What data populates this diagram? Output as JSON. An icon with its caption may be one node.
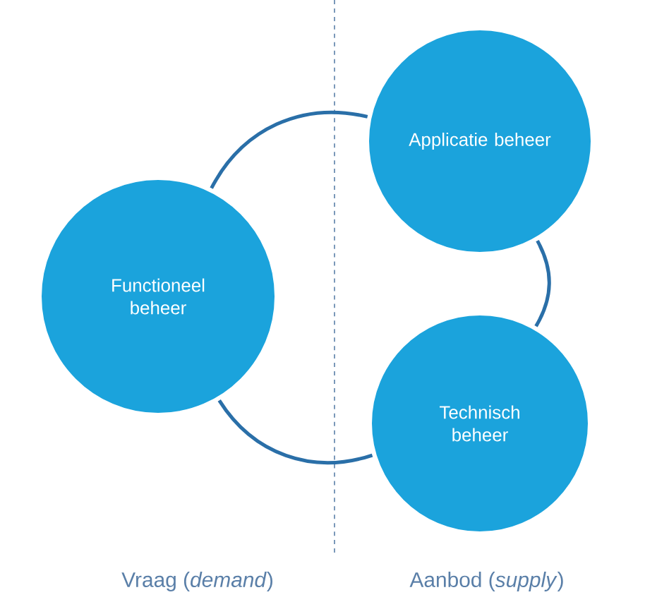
{
  "diagram": {
    "nodes": [
      {
        "text": [
          "Functioneel beheer"
        ]
      },
      {
        "text": [
          "Applicatie beheer"
        ]
      },
      {
        "text": [
          "Technisch beheer"
        ]
      }
    ],
    "edges": [
      {
        "from": 0,
        "to": 1,
        "arrow": "none"
      },
      {
        "from": 1,
        "to": 2,
        "arrow": "none"
      },
      {
        "from": 2,
        "to": 0,
        "arrow": "none"
      }
    ],
    "labels": [
      "Vraag (*demand*)",
      "Aanbod (*supply*)"
    ]
  }
}
